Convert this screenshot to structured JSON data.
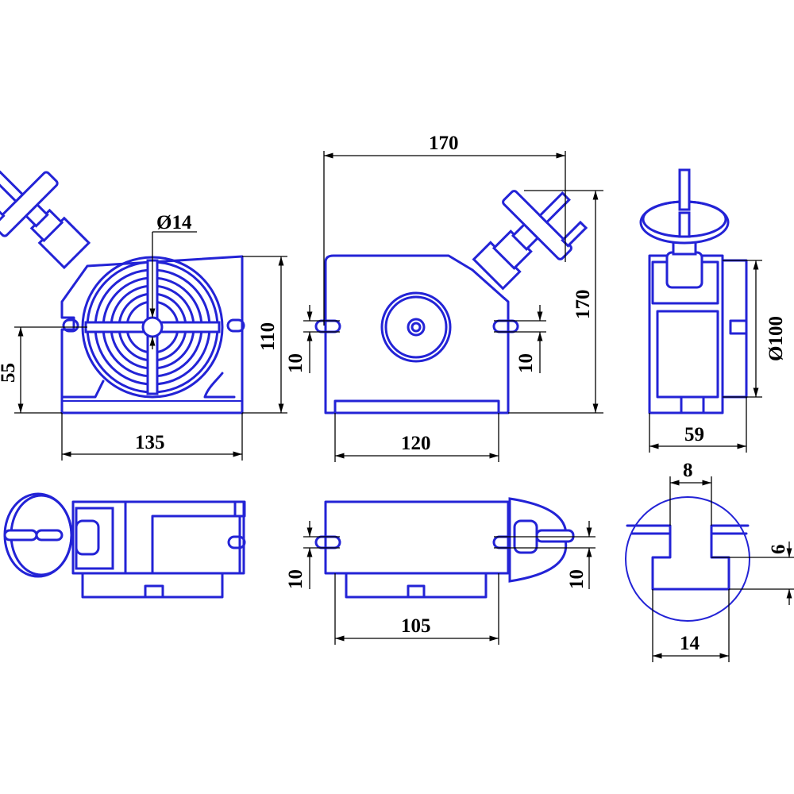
{
  "dimensions": {
    "front_width": "135",
    "front_height": "110",
    "front_center_height": "55",
    "bore_diameter": "Ø14",
    "top_width": "170",
    "top_height": "170",
    "side_slot_left": "10",
    "side_slot_right": "10",
    "side_base": "120",
    "end_diameter": "Ø100",
    "end_width": "59",
    "bottom_slot_left": "10",
    "bottom_slot_right": "10",
    "bottom_base": "105",
    "tslot_top": "8",
    "tslot_depth": "6",
    "tslot_bottom": "14"
  },
  "colors": {
    "part_outline": "#2323d6",
    "dimension_line": "#000000",
    "background": "#ffffff"
  }
}
